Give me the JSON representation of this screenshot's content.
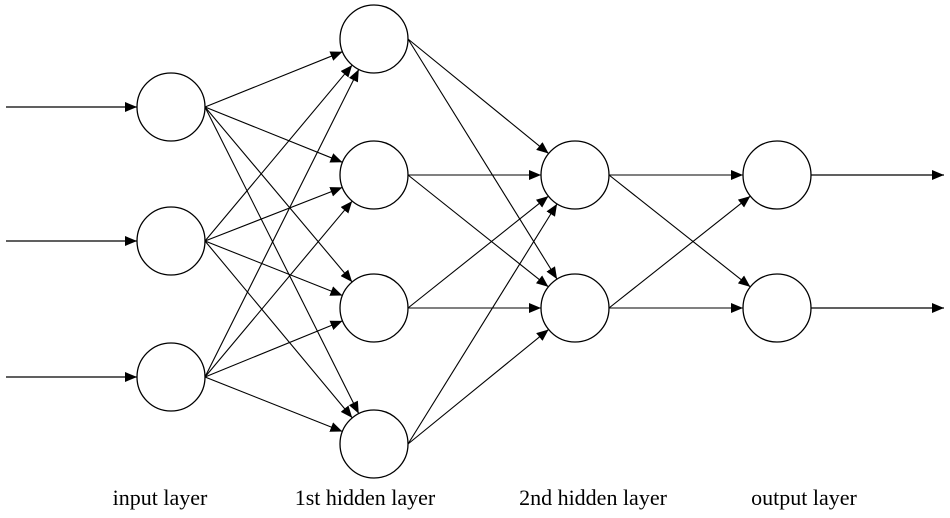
{
  "layers": [
    {
      "id": "input",
      "label": "input layer",
      "nodes": 3
    },
    {
      "id": "hidden1",
      "label": "1st hidden layer",
      "nodes": 4
    },
    {
      "id": "hidden2",
      "label": "2nd hidden layer",
      "nodes": 2
    },
    {
      "id": "output",
      "label": "output layer",
      "nodes": 2
    }
  ],
  "connections": "fully-connected between adjacent layers",
  "input_arrows": 3,
  "output_arrows": 2
}
